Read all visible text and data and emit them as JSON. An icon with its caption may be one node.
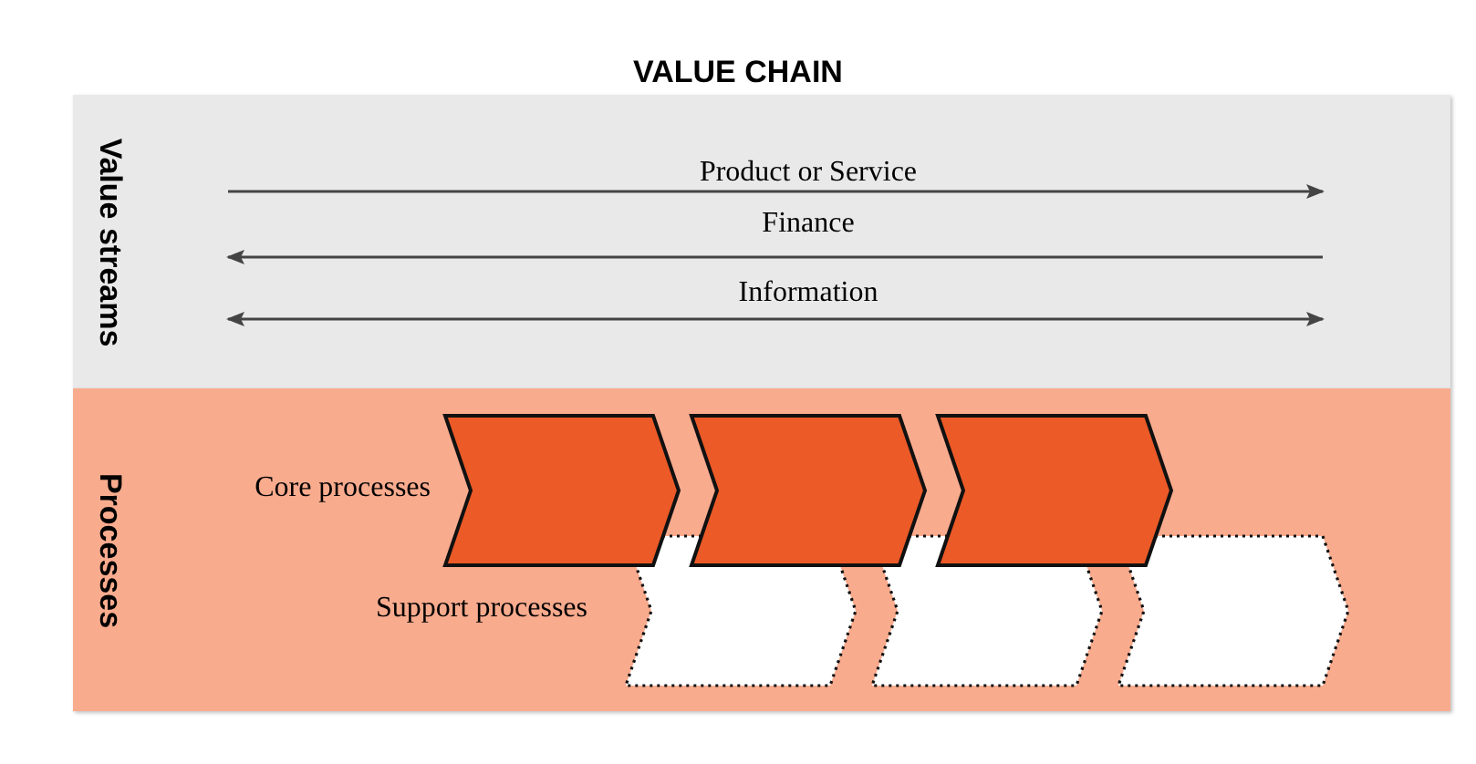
{
  "diagram": {
    "title": "VALUE CHAIN",
    "nodes": [
      {
        "text": [
          "Value streams"
        ]
      },
      {
        "text": [
          "Processes"
        ]
      },
      {
        "text": [],
        "shape": "chevron",
        "in": 1
      },
      {
        "text": [],
        "shape": "chevron",
        "in": 1
      },
      {
        "text": [],
        "shape": "chevron",
        "in": 1
      },
      {
        "text": [],
        "shape": "chevron",
        "in": 1
      },
      {
        "text": [],
        "shape": "chevron",
        "in": 1
      },
      {
        "text": [],
        "shape": "chevron",
        "in": 1
      }
    ],
    "labels": [
      "Product or Service",
      "Finance",
      "Information",
      "Core processes",
      "Support processes"
    ]
  }
}
